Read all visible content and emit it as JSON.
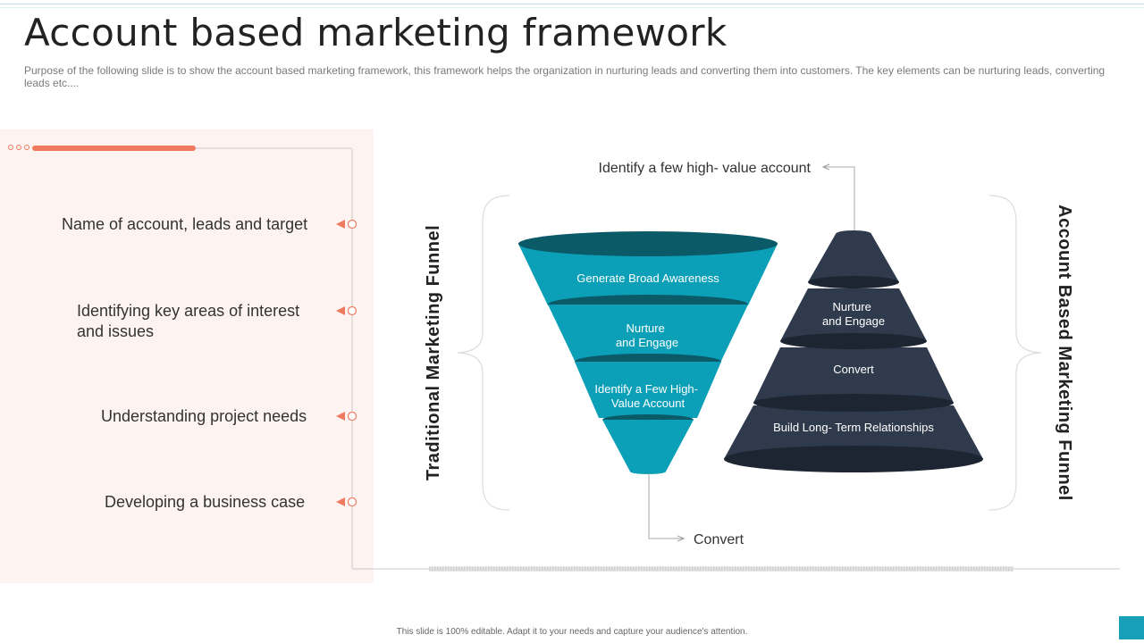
{
  "header": {
    "title": "Account based marketing framework",
    "subtitle": "Purpose of the following slide is to show the account based marketing framework, this framework helps the organization in nurturing leads and converting them into customers. The key elements can be nurturing leads, converting leads etc...."
  },
  "left_list": {
    "items": [
      {
        "label": "Name of account, leads and target"
      },
      {
        "label": "Identifying key areas of interest and issues"
      },
      {
        "label": "Understanding project needs"
      },
      {
        "label": "Developing a business case"
      }
    ]
  },
  "traditional_funnel": {
    "title": "Traditional Marketing Funnel",
    "stages": [
      "Generate Broad Awareness",
      "Nurture and Engage",
      "Identify a Few High- Value Account"
    ],
    "output_label": "Convert"
  },
  "abm_funnel": {
    "title": "Account Based Marketing Funnel",
    "input_label": "Identify a few high- value account",
    "stages": [
      "Nurture and Engage",
      "Convert",
      "Build Long- Term Relationships"
    ]
  },
  "footer": {
    "note": "This slide is 100% editable.  Adapt it to your needs and capture your audience's attention."
  },
  "colors": {
    "accent": "#ef7a5e",
    "teal": "#0b9fb8",
    "teal_dark": "#0a5a68",
    "navy": "#2f3b4c",
    "navy_dark": "#1c2531"
  }
}
